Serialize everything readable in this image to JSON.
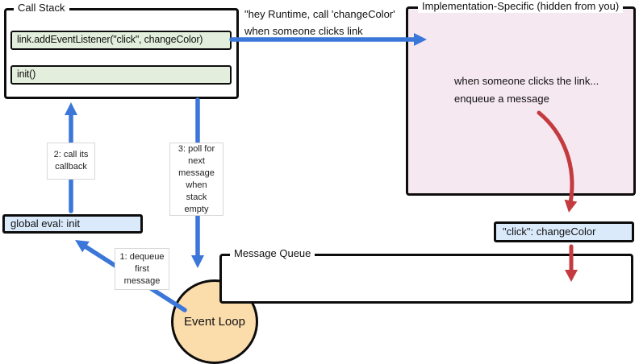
{
  "call_stack": {
    "title": "Call Stack",
    "frames": [
      {
        "code": "link.addEventListener(\"click\", changeColor)"
      },
      {
        "code": "init()"
      }
    ]
  },
  "runtime_note": {
    "line1": "\"hey Runtime, call 'changeColor'",
    "line2": "when someone clicks link"
  },
  "implementation_box": {
    "title": "Implementation-Specific (hidden from you)",
    "note": {
      "line1": "when someone clicks the link...",
      "line2": "enqueue a message"
    }
  },
  "global_eval_frame": {
    "label": "global eval: init"
  },
  "click_message": {
    "label": "\"click\": changeColor"
  },
  "message_queue": {
    "title": "Message Queue"
  },
  "event_loop": {
    "label": "Event Loop"
  },
  "steps": {
    "step1": {
      "lines": [
        "1: dequeue",
        "first",
        "message"
      ]
    },
    "step2": {
      "lines": [
        "2: call its",
        "callback"
      ]
    },
    "step3": {
      "lines": [
        "3: poll for",
        "next",
        "message",
        "when",
        "stack",
        "empty"
      ]
    }
  },
  "colors": {
    "arrow_blue": "#3b77d9",
    "arrow_red": "#c43b3f",
    "frame_green": "#e3efdc",
    "implementation_pink": "#f5e8f0",
    "message_blue": "#daeafb",
    "event_loop_peach": "#fbdcab",
    "box_border": "#0d0d0d"
  }
}
